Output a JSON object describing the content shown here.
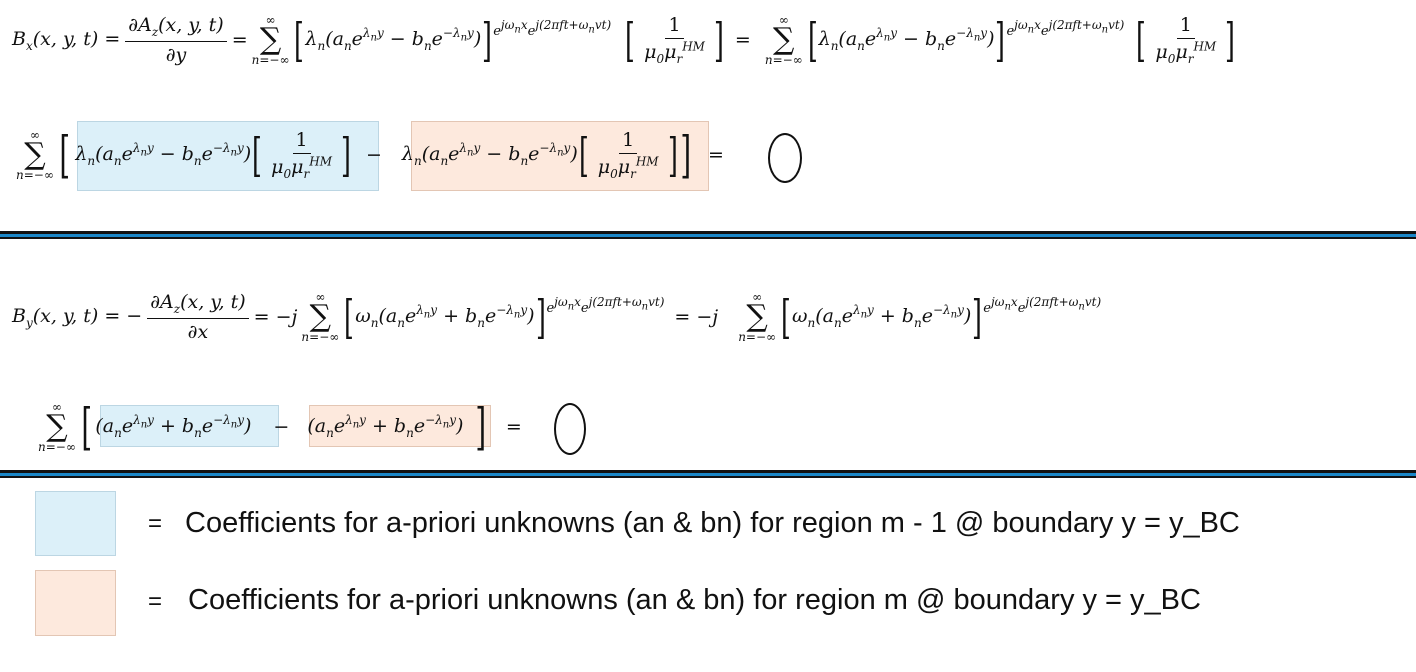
{
  "equations": {
    "bx_line1": {
      "lhs": "B_x(x, y, t) =",
      "frac1_num": "∂A_z(x, y, t)",
      "frac1_den": "∂y",
      "eq1": "=",
      "sum_top": "∞",
      "sum_bottom": "n=−∞",
      "bracket_term": "λ_n(a_n e^{λ_n y} − b_n e^{−λ_n y})",
      "exp_term": "e^{jω_n x} e^{j(2πft+ω_n vt)}",
      "frac2_num": "1",
      "frac2_den": "μ_0 μ_r^{HM}",
      "eq2": "="
    },
    "bx_line2": {
      "term1": "λ_n(a_n e^{λ_n y} − b_n e^{−λ_n y})",
      "minus": "−",
      "term2": "λ_n(a_n e^{λ_n y} − b_n e^{−λ_n y})",
      "frac_num": "1",
      "frac_den": "μ_0 μ_r^{HM}",
      "eq": "="
    },
    "by_line1": {
      "lhs": "B_y(x, y, t) = −",
      "frac_num": "∂A_z(x, y, t)",
      "frac_den": "∂x",
      "eq1": "= −j",
      "bracket_term": "ω_n(a_n e^{λ_n y} + b_n e^{−λ_n y})",
      "exp_term": "e^{jω_n x} e^{j(2πft+ω_n vt)}",
      "eq2": "= −j"
    },
    "by_line2": {
      "term1": "(a_n e^{λ_n y} + b_n e^{−λ_n y})",
      "minus": "−",
      "term2": "(a_n e^{λ_n y} + b_n e^{−λ_n y})",
      "eq": "="
    }
  },
  "legend": {
    "equals": "=",
    "blue_label": "Coefficients for a-priori unknowns (an & bn) for region m - 1 @ boundary y = y_BC",
    "peach_label": "Coefficients for a-priori unknowns (an & bn) for region m @ boundary y = y_BC"
  },
  "colors": {
    "blue_fill": "#dcf0f9",
    "peach_fill": "#fde9dd",
    "separator_blue": "#1a86c7",
    "separator_black": "#111111"
  }
}
